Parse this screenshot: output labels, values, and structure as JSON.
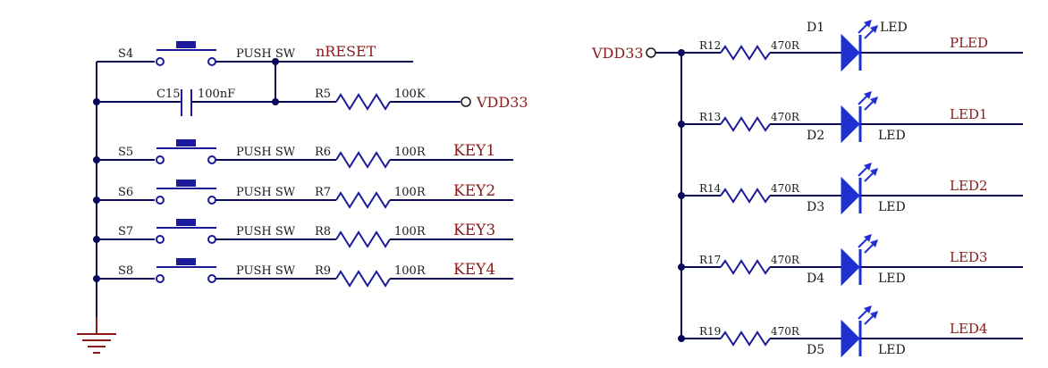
{
  "left": {
    "reset_row": {
      "switch_ref": "S4",
      "switch_value": "PUSH SW",
      "net": "nRESET"
    },
    "cap_row": {
      "cap_ref": "C15",
      "cap_value": "100nF",
      "res_ref": "R5",
      "res_value": "100K",
      "supply": "VDD33"
    },
    "key_rows": [
      {
        "switch_ref": "S5",
        "switch_value": "PUSH SW",
        "res_ref": "R6",
        "res_value": "100R",
        "net": "KEY1"
      },
      {
        "switch_ref": "S6",
        "switch_value": "PUSH SW",
        "res_ref": "R7",
        "res_value": "100R",
        "net": "KEY2"
      },
      {
        "switch_ref": "S7",
        "switch_value": "PUSH SW",
        "res_ref": "R8",
        "res_value": "100R",
        "net": "KEY3"
      },
      {
        "switch_ref": "S8",
        "switch_value": "PUSH SW",
        "res_ref": "R9",
        "res_value": "100R",
        "net": "KEY4"
      }
    ]
  },
  "right": {
    "supply": "VDD33",
    "led_rows": [
      {
        "res_ref": "R12",
        "res_value": "470R",
        "diode_ref": "D1",
        "diode_value": "LED",
        "net": "PLED"
      },
      {
        "res_ref": "R13",
        "res_value": "470R",
        "diode_ref": "D2",
        "diode_value": "LED",
        "net": "LED1"
      },
      {
        "res_ref": "R14",
        "res_value": "470R",
        "diode_ref": "D3",
        "diode_value": "LED",
        "net": "LED2"
      },
      {
        "res_ref": "R17",
        "res_value": "470R",
        "diode_ref": "D4",
        "diode_value": "LED",
        "net": "LED3"
      },
      {
        "res_ref": "R19",
        "res_value": "470R",
        "diode_ref": "D5",
        "diode_value": "LED",
        "net": "LED4"
      }
    ]
  },
  "colors": {
    "wire": "#0a0a5a",
    "component": "#1a1a9a",
    "net_label": "#8b1a1a",
    "led": "#1f2fd0"
  }
}
